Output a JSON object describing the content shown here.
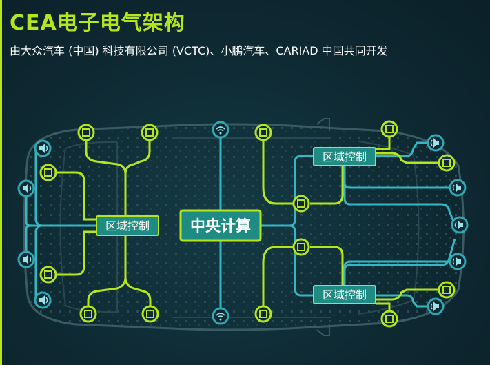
{
  "header": {
    "title": "CEA电子电气架构",
    "subtitle": "由大众汽车 (中国) 科技有限公司 (VCTC)、小鹏汽车、CARIAD 中国共同开发"
  },
  "diagram": {
    "central": "中央计算",
    "zone_left": "区域控制",
    "zone_right_top": "区域控制",
    "zone_right_bottom": "区域控制"
  },
  "colors": {
    "accent": "#b5e61d",
    "teal": "#1f8c84",
    "line_teal": "#34b7c2",
    "background": "#0f2a33"
  }
}
